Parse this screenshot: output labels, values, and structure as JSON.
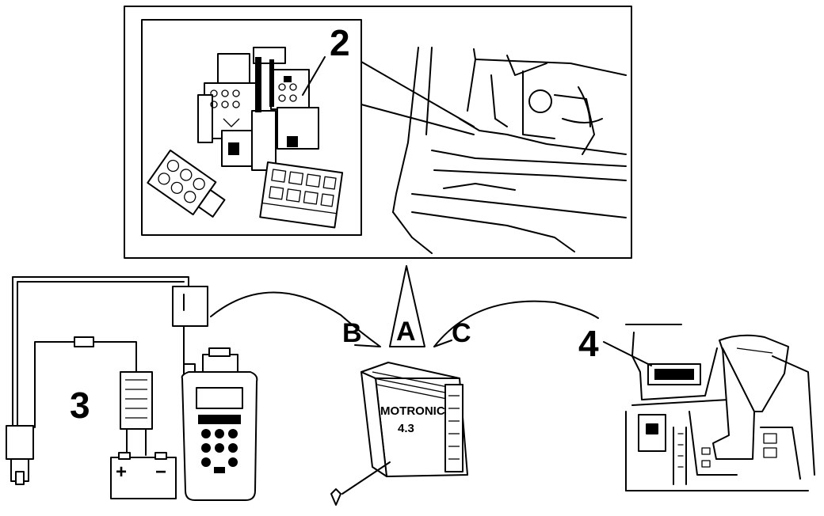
{
  "callouts": {
    "relay_box": "2",
    "test_setup": "3",
    "diag_socket": "4"
  },
  "connection_labels": {
    "a": "A",
    "b": "B",
    "c": "C"
  },
  "ecu": {
    "brand": "MOTRONIC",
    "model": "4.3"
  },
  "battery": {
    "positive": "+",
    "negative": "−"
  },
  "colors": {
    "line": "#000000",
    "background": "#ffffff"
  }
}
